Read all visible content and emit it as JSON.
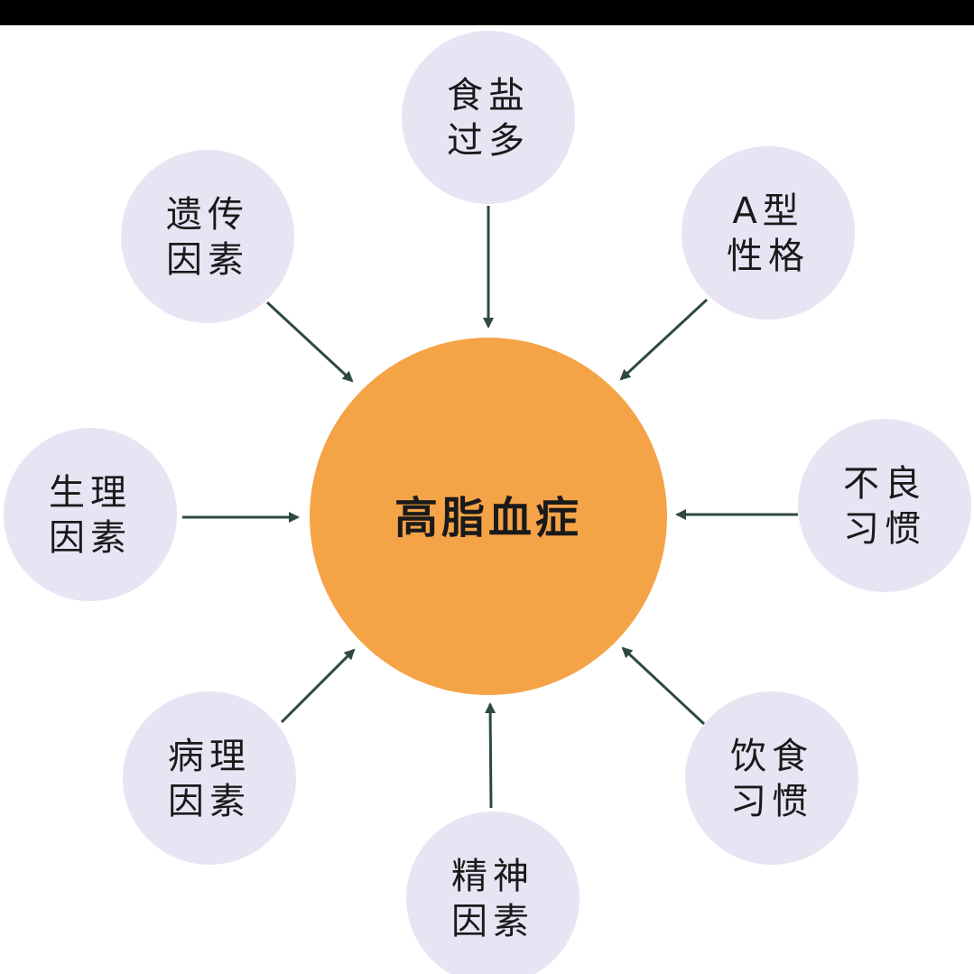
{
  "center": {
    "label": "高脂血症",
    "color": "#F5A347"
  },
  "nodes": [
    {
      "id": "salt",
      "lines": [
        "食盐",
        "过多"
      ]
    },
    {
      "id": "personality",
      "lines": [
        "A型",
        "性格"
      ]
    },
    {
      "id": "bad-habits",
      "lines": [
        "不良",
        "习惯"
      ]
    },
    {
      "id": "diet-habits",
      "lines": [
        "饮食",
        "习惯"
      ]
    },
    {
      "id": "mental",
      "lines": [
        "精神",
        "因素"
      ]
    },
    {
      "id": "pathological",
      "lines": [
        "病理",
        "因素"
      ]
    },
    {
      "id": "physiological",
      "lines": [
        "生理",
        "因素"
      ]
    },
    {
      "id": "genetic",
      "lines": [
        "遗传",
        "因素"
      ]
    }
  ],
  "colors": {
    "node_fill": "#E8E4F4",
    "arrow": "#2E4A40",
    "background": "#FFFFFF",
    "frame": "#000000"
  }
}
